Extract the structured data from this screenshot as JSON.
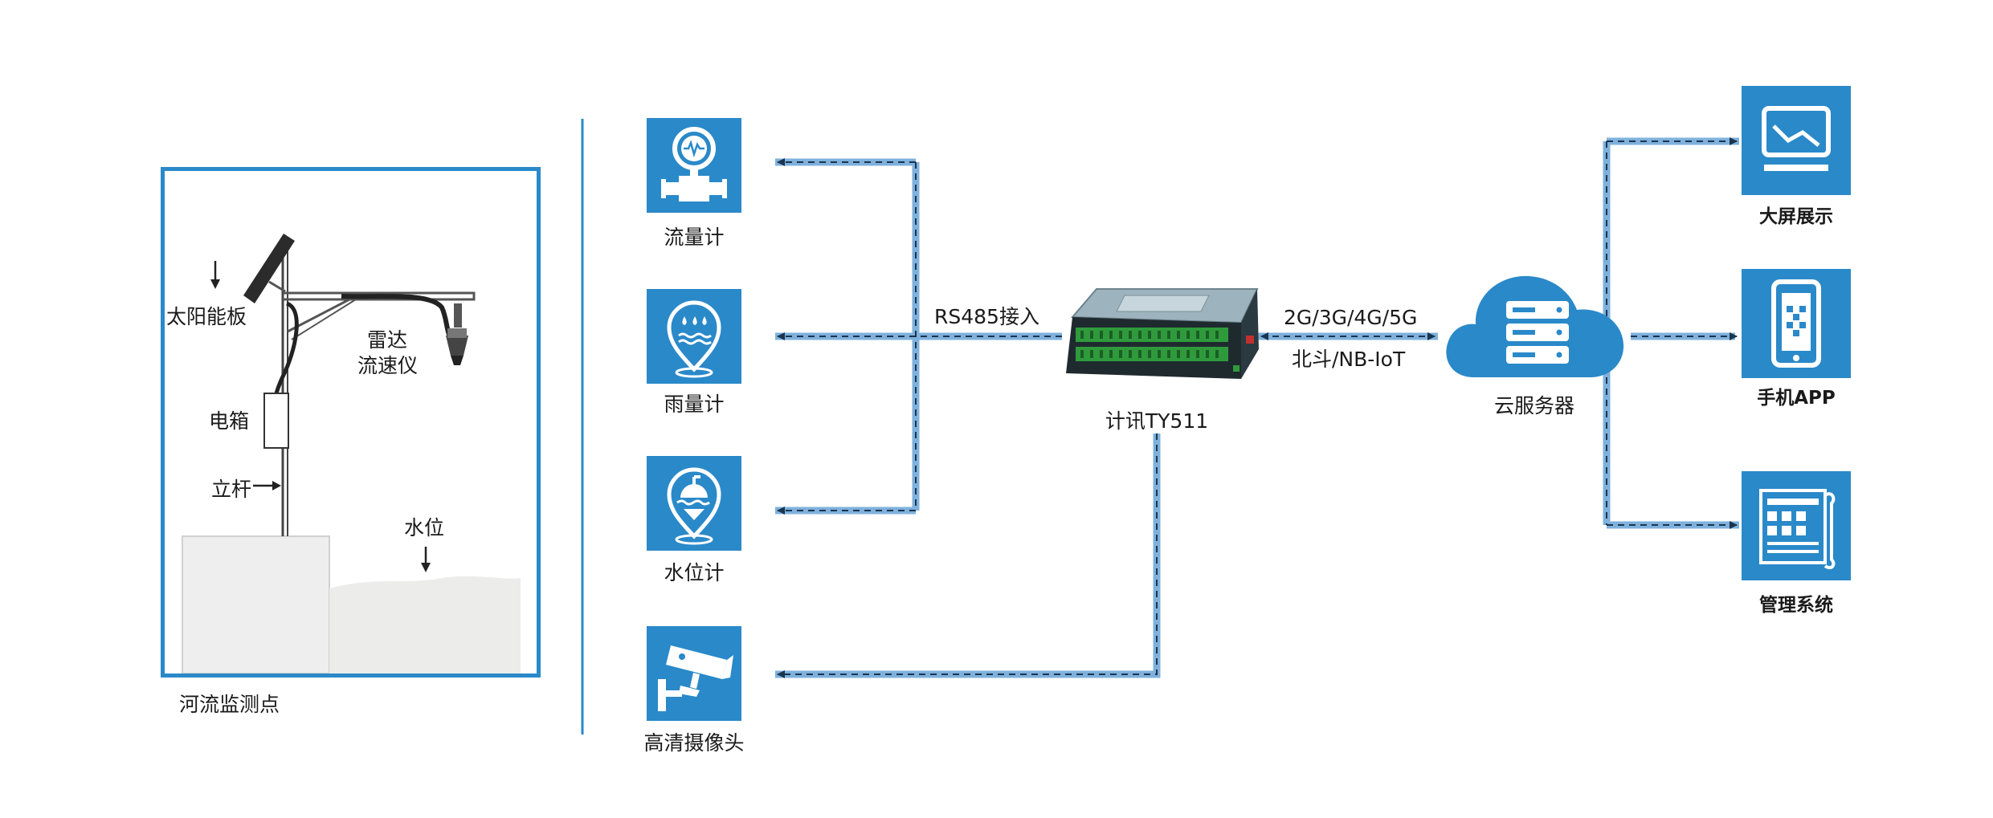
{
  "colors": {
    "brand_blue": "#2a89c9",
    "link_blue": "#7fb1dc",
    "dash": "#1a3550",
    "frame_blue": "#2a89c9"
  },
  "site": {
    "caption": "河流监测点",
    "solar_panel": "太阳能板",
    "radar_line1": "雷达",
    "radar_line2": "流速仪",
    "electric_box": "电箱",
    "pole": "立杆",
    "water_level": "水位"
  },
  "sensors": [
    {
      "label": "流量计",
      "icon": "flow-meter-icon"
    },
    {
      "label": "雨量计",
      "icon": "rain-gauge-icon"
    },
    {
      "label": "水位计",
      "icon": "water-level-gauge-icon"
    },
    {
      "label": "高清摄像头",
      "icon": "hd-camera-icon"
    }
  ],
  "links": {
    "rs485": "RS485接入",
    "cellular": "2G/3G/4G/5G",
    "beidou": "北斗/NB-IoT"
  },
  "device": {
    "label": "计讯TY511",
    "icon": "ty511-rtu-device-icon"
  },
  "cloud": {
    "label": "云服务器",
    "icon": "cloud-server-icon"
  },
  "outputs": [
    {
      "label": "大屏展示",
      "icon": "large-screen-icon"
    },
    {
      "label": "手机APP",
      "icon": "mobile-app-icon"
    },
    {
      "label": "管理系统",
      "icon": "management-system-icon"
    }
  ]
}
